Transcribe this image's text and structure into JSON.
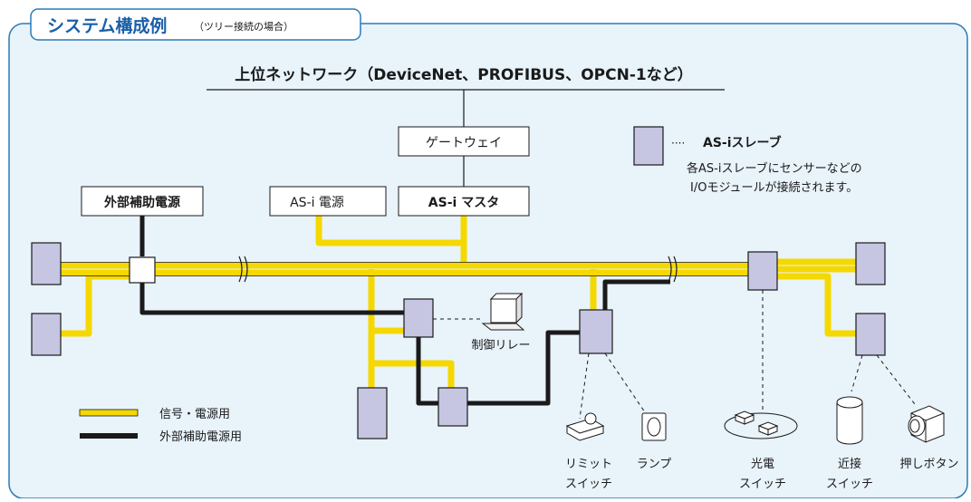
{
  "header": {
    "title": "システム構成例",
    "subtitle": "（ツリー接続の場合）"
  },
  "network": {
    "label": "上位ネットワーク（DeviceNet、PROFIBUS、OPCN-1など）"
  },
  "boxes": {
    "gateway": "ゲートウェイ",
    "power": "AS-i 電源",
    "master": "AS-i マスタ",
    "aux_power": "外部補助電源"
  },
  "slave_legend": {
    "dots": "····",
    "title": "AS-iスレーブ",
    "line1": "各AS-iスレーブにセンサーなどの",
    "line2": "I/Oモジュールが接続されます。"
  },
  "legend": {
    "signal_power": "信号・電源用",
    "aux_power": "外部補助電源用"
  },
  "devices": {
    "relay": "制御リレー",
    "limit_switch_1": "リミット",
    "limit_switch_2": "スイッチ",
    "lamp": "ランプ",
    "photo_1": "光電",
    "photo_2": "スイッチ",
    "proximity_1": "近接",
    "proximity_2": "スイッチ",
    "push_button": "押しボタン"
  },
  "colors": {
    "panel_bg": "#e8f3fa",
    "border": "#2a7bb8",
    "title_color": "#1a5fa8",
    "signal_line": "#f5d800",
    "aux_line": "#1a1a1a",
    "slave_fill": "#c6c6e2"
  }
}
